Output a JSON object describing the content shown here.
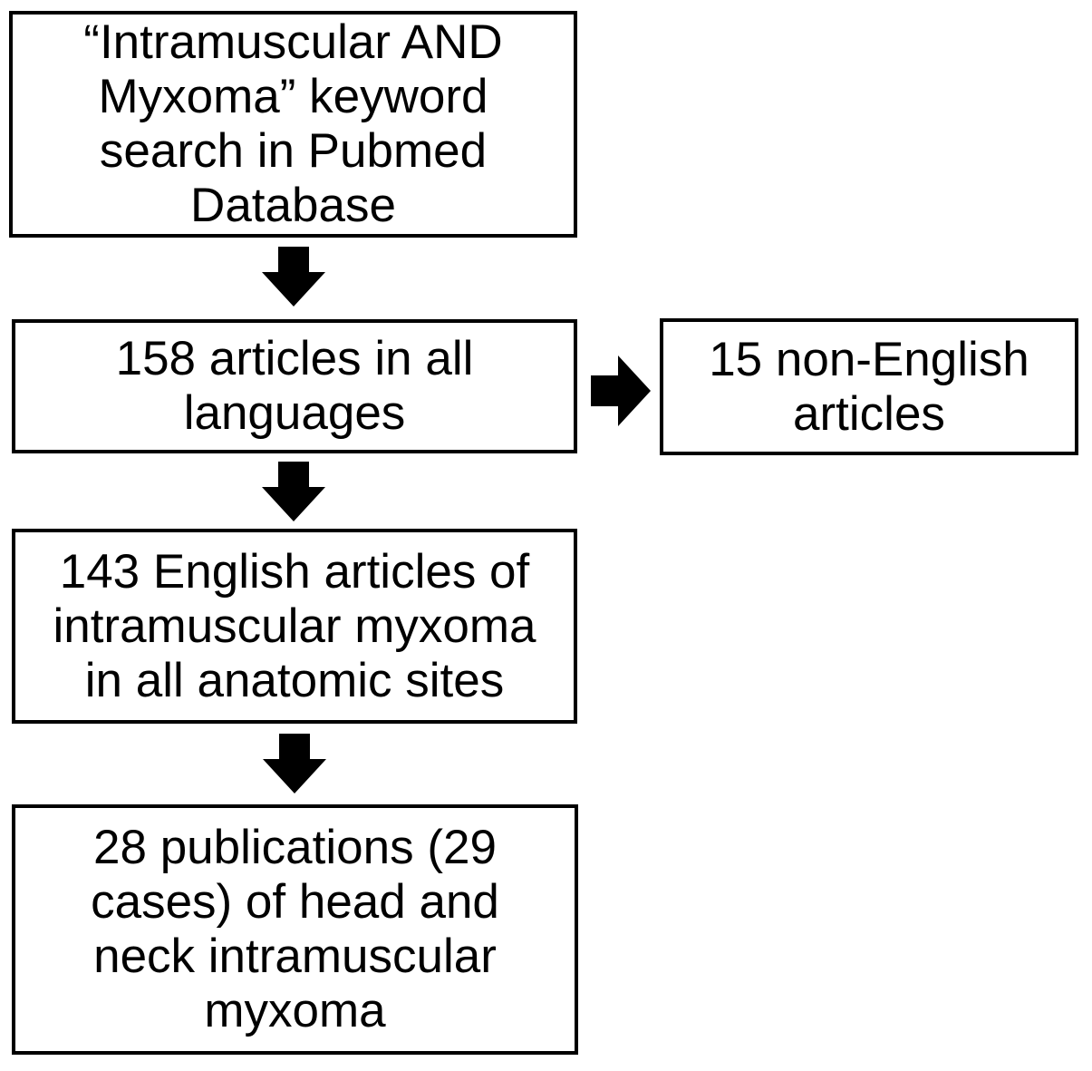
{
  "background_color": "#ffffff",
  "accent_color": "#000000",
  "flowchart": {
    "boxes": [
      {
        "id": "search",
        "lines": [
          "“Intramuscular AND",
          "Myxoma” keyword",
          "search in Pubmed",
          "Database"
        ]
      },
      {
        "id": "all-languages",
        "lines": [
          "158 articles in all",
          "languages"
        ]
      },
      {
        "id": "non-english",
        "lines": [
          "15 non-English",
          "articles"
        ]
      },
      {
        "id": "english-articles",
        "lines": [
          "143 English articles of",
          "intramuscular myxoma",
          "in all anatomic sites"
        ]
      },
      {
        "id": "head-neck",
        "lines": [
          "28 publications (29",
          "cases) of head and",
          "neck intramuscular",
          "myxoma"
        ]
      }
    ],
    "arrows": [
      {
        "id": "down-1",
        "direction": "down",
        "from": "search",
        "to": "all-languages"
      },
      {
        "id": "right-1",
        "direction": "right",
        "from": "all-languages",
        "to": "non-english"
      },
      {
        "id": "down-2",
        "direction": "down",
        "from": "all-languages",
        "to": "english-articles"
      },
      {
        "id": "down-3",
        "direction": "down",
        "from": "english-articles",
        "to": "head-neck"
      }
    ]
  }
}
